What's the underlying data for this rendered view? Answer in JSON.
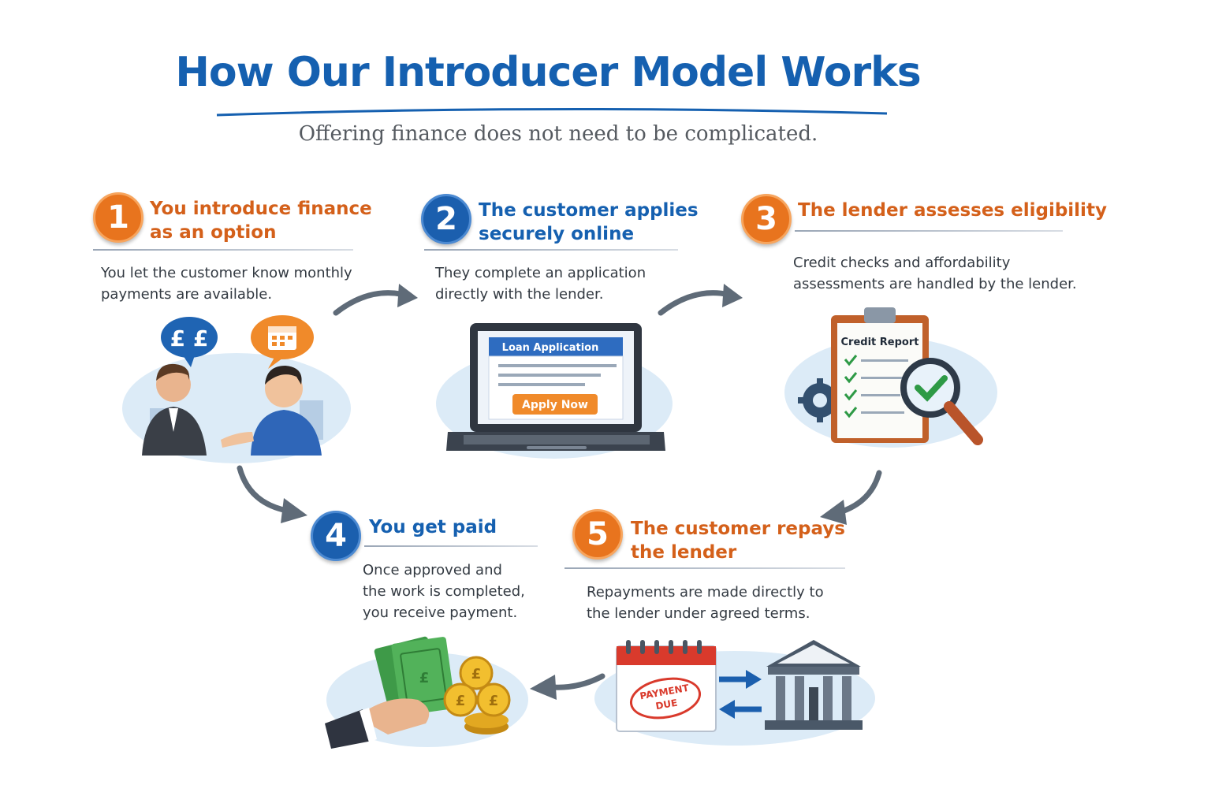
{
  "header": {
    "title": "How Our Introducer Model Works",
    "subtitle": "Offering finance does not need to be complicated."
  },
  "steps": [
    {
      "number": "1",
      "title_line1": "You introduce finance",
      "title_line2": "as an option",
      "desc_line1": "You let the customer know monthly",
      "desc_line2": "payments are available.",
      "color": "#e8741e"
    },
    {
      "number": "2",
      "title_line1": "The customer applies",
      "title_line2": "securely online",
      "desc_line1": "They complete an application",
      "desc_line2": "directly with the lender.",
      "color": "#1b5fae"
    },
    {
      "number": "3",
      "title_line1": "The lender assesses eligibility",
      "desc_line1": "Credit checks and affordability",
      "desc_line2": "assessments are handled by the lender.",
      "color": "#e8741e"
    },
    {
      "number": "4",
      "title_line1": "You get paid",
      "desc_line1": "Once approved and",
      "desc_line2": "the work is completed,",
      "desc_line3": "you receive payment.",
      "color": "#1b5fae"
    },
    {
      "number": "5",
      "title_line1": "The customer repays",
      "title_line2": "the lender",
      "desc_line1": "Repayments are made directly to",
      "desc_line2": "the lender under agreed terms.",
      "color": "#e8741e"
    }
  ],
  "illustrations": {
    "step1": {
      "bubble_currency": "£ £",
      "icons": [
        "speech-bubble-pound-icon",
        "speech-bubble-calendar-icon",
        "two-people-talking-icon"
      ]
    },
    "step2": {
      "window_title": "Loan Application",
      "button_label": "Apply Now",
      "icons": [
        "laptop-icon"
      ]
    },
    "step3": {
      "clipboard_title": "Credit Report",
      "icons": [
        "clipboard-icon",
        "magnifier-check-icon",
        "gear-icon"
      ]
    },
    "step4": {
      "coin_symbol": "£",
      "icons": [
        "hand-with-cash-icon",
        "coins-icon"
      ]
    },
    "step5": {
      "stamp_line1": "PAYMENT",
      "stamp_line2": "DUE",
      "icons": [
        "calendar-icon",
        "bank-icon",
        "exchange-arrows-icon"
      ]
    }
  },
  "colors": {
    "brand_blue": "#1560b0",
    "accent_orange": "#e8741e",
    "arrow_gray": "#5f6b78"
  }
}
